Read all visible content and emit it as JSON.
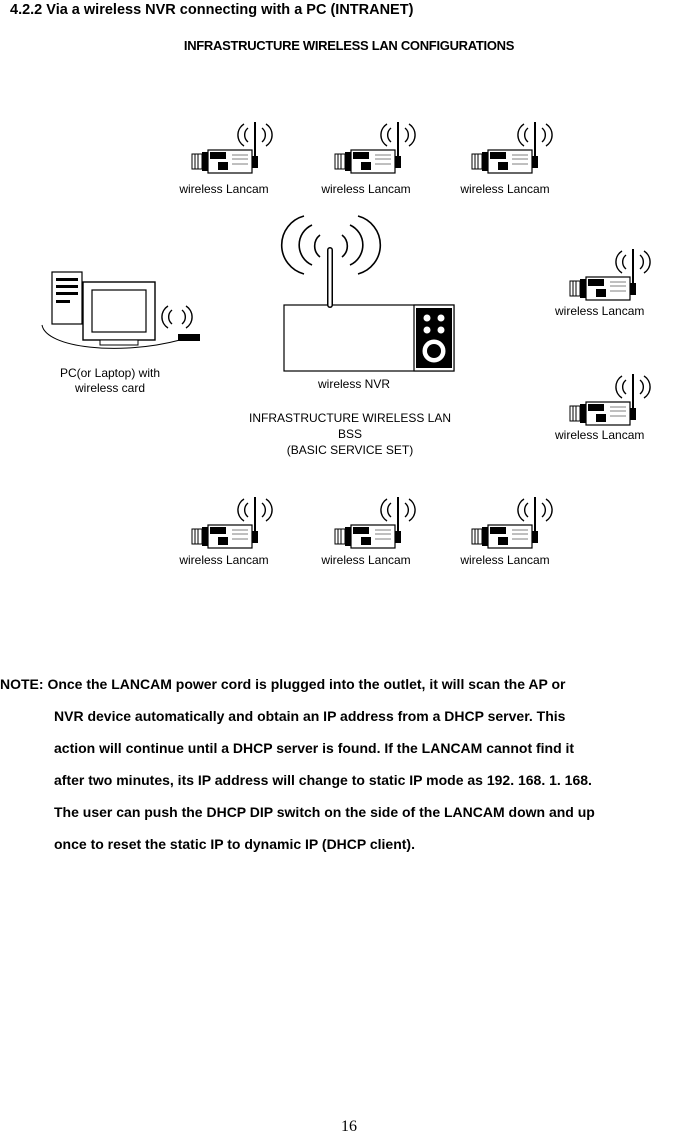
{
  "section_heading": "4.2.2 Via a wireless NVR connecting with a PC (INTRANET)",
  "diagram": {
    "title": "INFRASTRUCTURE WIRELESS LAN CONFIGURATIONS",
    "top_cameras": [
      "wireless Lancam",
      "wireless Lancam",
      "wireless Lancam"
    ],
    "right_cameras": [
      "wireless Lancam",
      "wireless Lancam"
    ],
    "bottom_cameras": [
      "wireless Lancam",
      "wireless Lancam",
      "wireless Lancam"
    ],
    "pc_label_line1": "PC(or Laptop) with",
    "pc_label_line2": "wireless card",
    "nvr_label": "wireless NVR",
    "bss_line1": "INFRASTRUCTURE WIRELESS LAN",
    "bss_line2": "BSS",
    "bss_line3": "(BASIC SERVICE SET)"
  },
  "note": {
    "line1": "NOTE:  Once the LANCAM power cord is plugged into the outlet, it will scan the AP or",
    "line2": "NVR device automatically and obtain an IP address from  a DHCP server. This",
    "line3": "action will continue until a DHCP server is found. If the LANCAM cannot find it",
    "line4": "after two minutes, its IP address will change to static IP mode as 192. 168. 1. 168.",
    "line5": "The user can push the DHCP DIP switch on the side of the LANCAM down and up",
    "line6": "once to reset the static IP to dynamic IP (DHCP client)."
  },
  "page_number": "16"
}
